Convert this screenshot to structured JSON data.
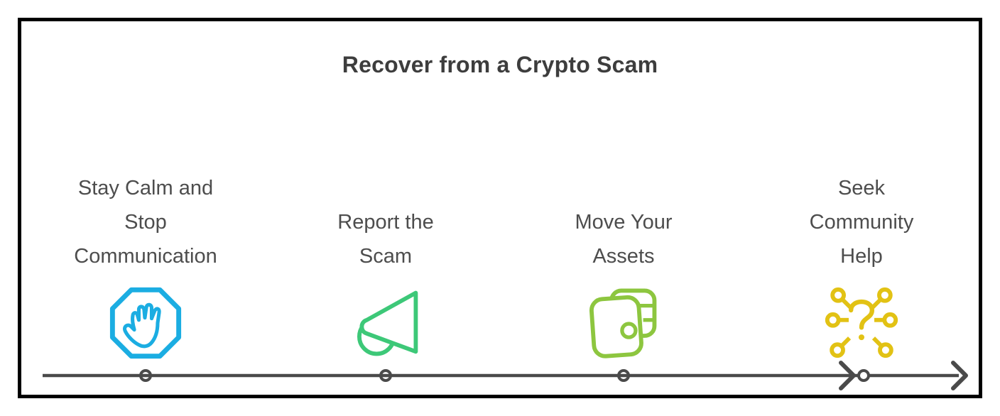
{
  "title": "Recover from a Crypto Scam",
  "steps": [
    {
      "id": "stay-calm",
      "label": "Stay Calm and Stop Communication",
      "lines": [
        "Stay Calm and",
        "Stop",
        "Communication"
      ],
      "icon": "stop-hand-icon",
      "accent": "#1BADE2"
    },
    {
      "id": "report-scam",
      "label": "Report the Scam",
      "lines": [
        "Report the",
        "Scam"
      ],
      "icon": "megaphone-icon",
      "accent": "#3DC878"
    },
    {
      "id": "move-assets",
      "label": "Move Your Assets",
      "lines": [
        "Move Your",
        "Assets"
      ],
      "icon": "wallet-icon",
      "accent": "#8DC63F"
    },
    {
      "id": "seek-help",
      "label": "Seek Community Help",
      "lines": [
        "Seek",
        "Community",
        "Help"
      ],
      "icon": "community-network-icon",
      "accent": "#E2C214"
    }
  ],
  "timeline": {
    "color": "#4A4A4A",
    "milestone_count": 4,
    "direction": "left-to-right"
  },
  "colors": {
    "background": "#FFFFFF",
    "border": "#000000",
    "title_text": "#3D3D3D",
    "label_text": "#4D4D4D"
  }
}
